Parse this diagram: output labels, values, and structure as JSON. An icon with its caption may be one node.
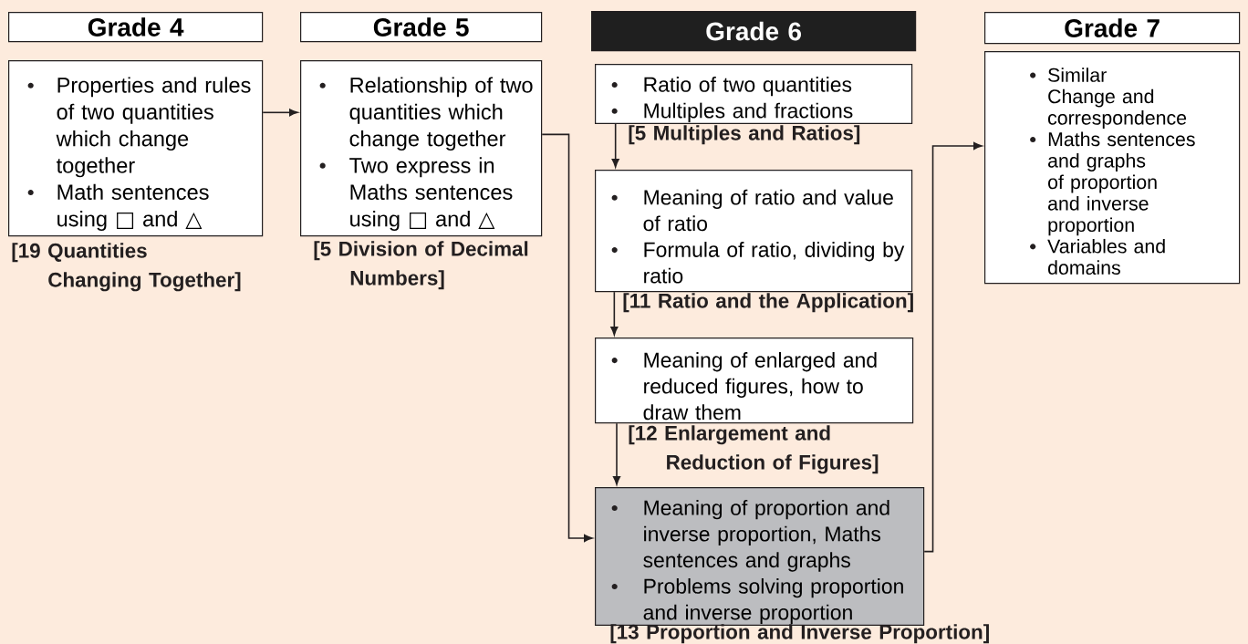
{
  "diagram": {
    "nodes": [
      {
        "text": [
          "Grade 4"
        ]
      },
      {
        "text": [
          "Grade 5"
        ]
      },
      {
        "text": [
          "Grade 6"
        ]
      },
      {
        "text": [
          "Grade 7"
        ]
      },
      {
        "text": [
          "Properties and rules of two quantities which change together",
          "Math sentences using □ and △"
        ],
        "beside": [
          "[19 Quantities Changing Together]"
        ]
      },
      {
        "text": [
          "Relationship of two quantities which change together",
          "Two express in Maths sentences using □ and △"
        ],
        "beside": [
          "[5 Division of Decimal Numbers]"
        ]
      },
      {
        "text": [
          "Ratio of two quantities",
          "Multiples and fractions"
        ],
        "beside": [
          "[5 Multiples and Ratios]"
        ]
      },
      {
        "text": [
          "Meaning of ratio and value of ratio",
          "Formula of ratio, dividing by ratio"
        ],
        "beside": [
          "[11 Ratio and the Application]"
        ]
      },
      {
        "text": [
          "Meaning of enlarged and reduced figures, how to draw them"
        ],
        "beside": [
          "[12 Enlargement and Reduction of Figures]"
        ]
      },
      {
        "text": [
          "Meaning of proportion and inverse proportion, Maths sentences and graphs",
          "Problems solving proportion and inverse proportion"
        ],
        "beside": [
          "[13 Proportion and Inverse Proportion]"
        ]
      },
      {
        "text": [
          "Similar Change and correspondence",
          "Maths sentences and graphs of proportion and  inverse proportion",
          "Variables and domains"
        ]
      }
    ],
    "edges": [
      {
        "from": 4,
        "to": 5,
        "arrow": "to"
      },
      {
        "from": 5,
        "to": 9,
        "arrow": "to"
      },
      {
        "from": 6,
        "to": 7,
        "arrow": "to"
      },
      {
        "from": 7,
        "to": 8,
        "arrow": "to"
      },
      {
        "from": 8,
        "to": 9,
        "arrow": "to"
      },
      {
        "from": 9,
        "to": 10,
        "arrow": "to"
      }
    ]
  }
}
